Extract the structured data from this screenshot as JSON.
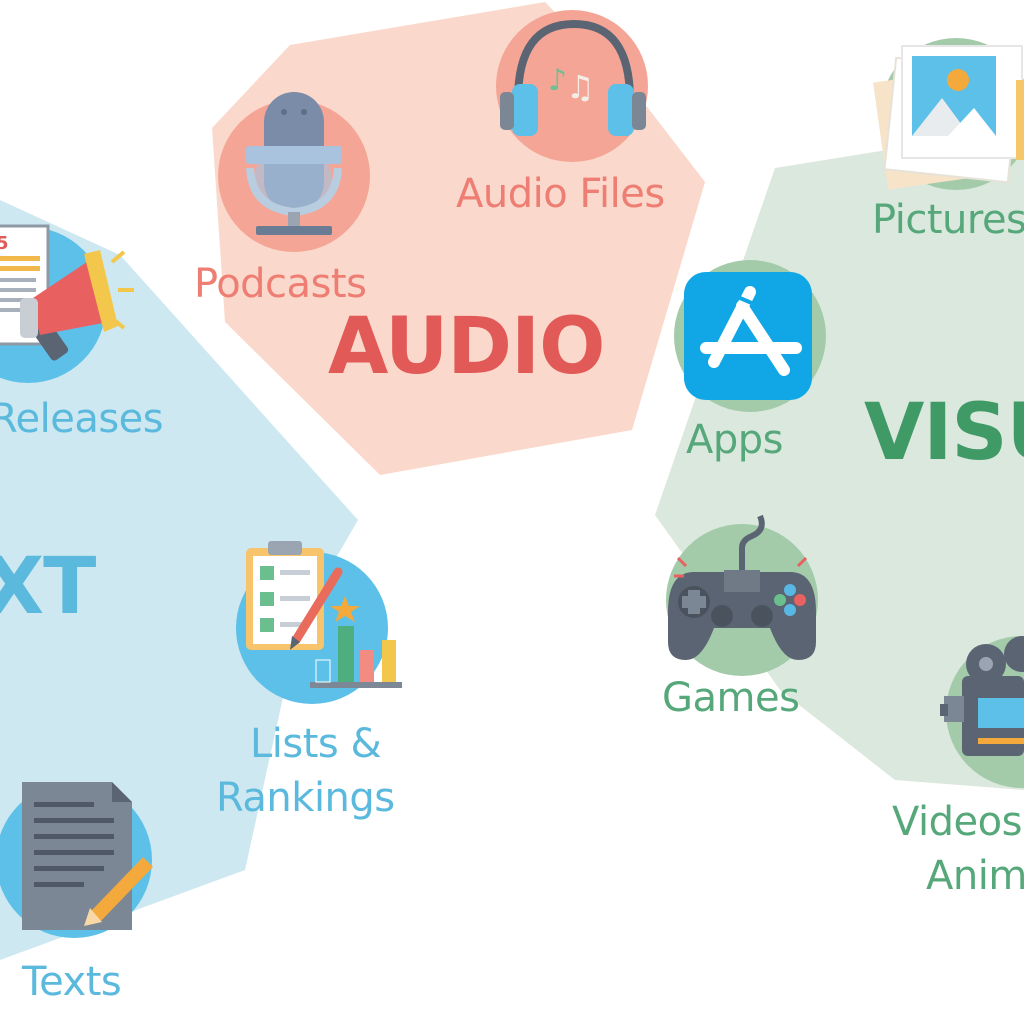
{
  "colors": {
    "text_bg": "#cde8f0",
    "audio_bg": "#fad8cb",
    "visual_bg": "#dbe8de",
    "text_fg": "#5ab9dd",
    "audio_fg": "#e25a57",
    "audio_item_fg": "#ee7e73",
    "visual_fg": "#3f9a66",
    "visual_item_fg": "#56a87b",
    "icon_blue": "#5cc0e8",
    "icon_salmon": "#f4a595",
    "icon_green": "#a3cbaa"
  },
  "categories": {
    "text": "XT",
    "audio": "AUDIO",
    "visual": "VISU"
  },
  "items": {
    "releases": "Releases",
    "lists_line1": "Lists &",
    "lists_line2": "Rankings",
    "texts": "Texts",
    "podcasts": "Podcasts",
    "audio_files": "Audio Files",
    "pictures": "Pictures",
    "apps": "Apps",
    "games": "Games",
    "videos_line1": "Videos",
    "videos_line2": "Anim"
  },
  "icons": {
    "press_release": "megaphone-newspaper-icon",
    "lists": "clipboard-chart-icon",
    "texts": "document-pencil-icon",
    "podcasts": "microphone-icon",
    "audio_files": "headphones-music-icon",
    "pictures": "photo-stack-icon",
    "apps": "app-store-icon",
    "games": "gamepad-icon",
    "videos": "video-camera-icon"
  }
}
